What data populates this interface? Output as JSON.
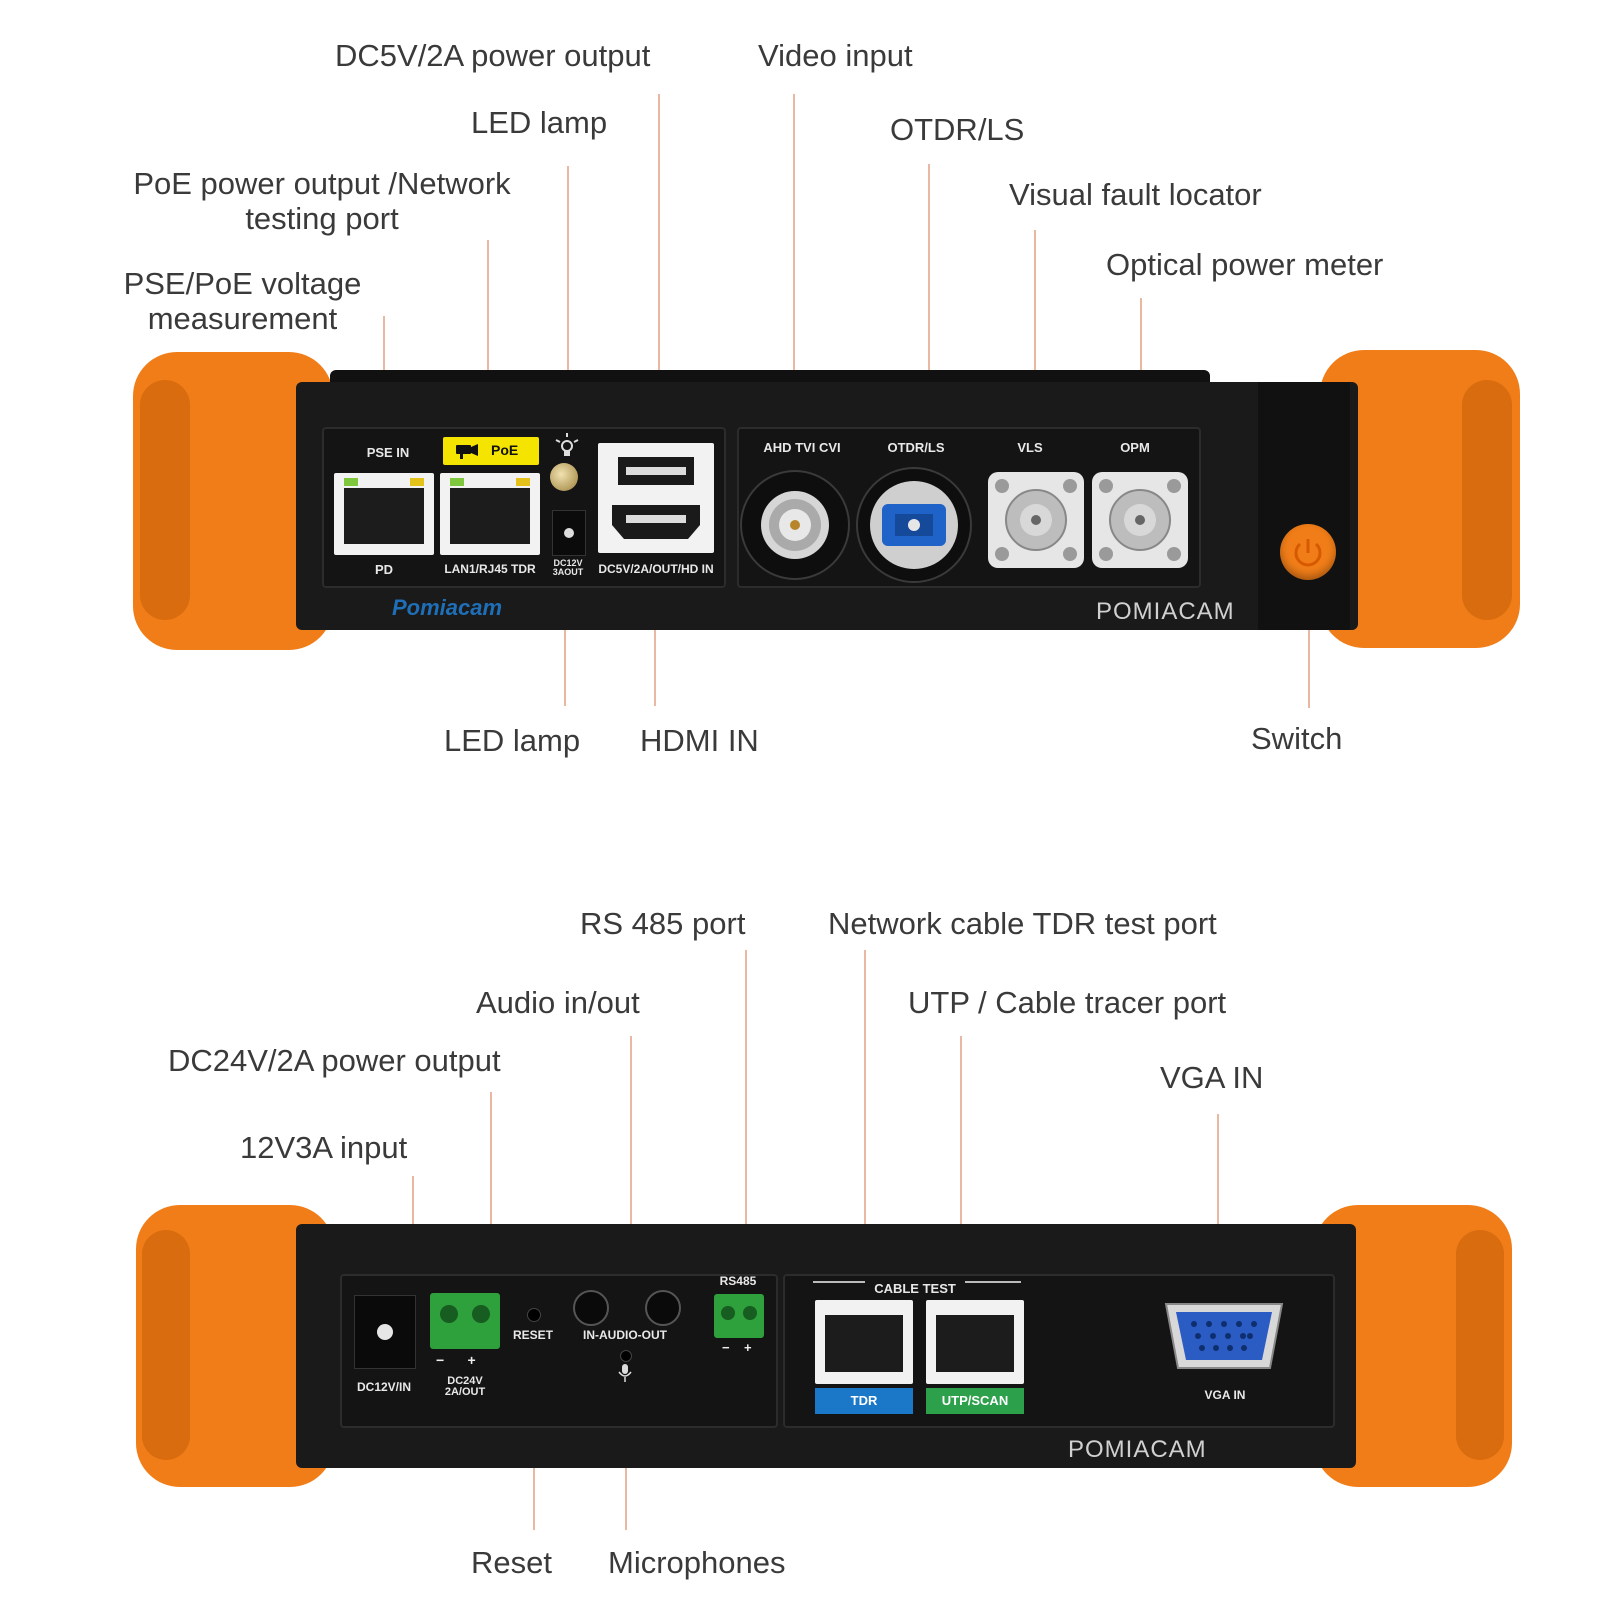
{
  "top": {
    "callouts": {
      "dc5v": "DC5V/2A power output",
      "video_input": "Video input",
      "led_lamp_top": "LED lamp",
      "otdr_ls": "OTDR/LS",
      "poe_network_line1": "PoE power output /Network",
      "poe_network_line2": "testing port",
      "visual_fault_locator": "Visual fault locator",
      "optical_power_meter": "Optical power meter",
      "pse_poe_line1": "PSE/PoE voltage",
      "pse_poe_line2": "measurement",
      "led_lamp_bottom": "LED lamp",
      "hdmi_in": "HDMI IN",
      "switch": "Switch"
    },
    "panel_labels": {
      "pse_in": "PSE IN",
      "poe_badge": "PoE",
      "pd": "PD",
      "lan1": "LAN1/RJ45 TDR",
      "dc12v": "DC12V 3AOUT",
      "dc5v_out_hd_in": "DC5V/2A/OUT/HD IN",
      "ahd": "AHD TVI CVI",
      "otdr": "OTDR/LS",
      "vls": "VLS",
      "opm": "OPM"
    },
    "brand": "Pomiacam",
    "watermark": "POMIACAM"
  },
  "bottom": {
    "callouts": {
      "rs485_port": "RS 485 port",
      "network_tdr": "Network cable TDR test port",
      "audio_in_out": "Audio in/out",
      "utp_cable_tracer": "UTP / Cable tracer port",
      "dc24v": "DC24V/2A power output",
      "vga_in": "VGA IN",
      "input_12v3a": "12V3A input",
      "reset": "Reset",
      "microphones": "Microphones"
    },
    "panel_labels": {
      "dc12v_in": "DC12V/IN",
      "dc24v_out": "DC24V 2A/OUT",
      "reset": "RESET",
      "audio": "IN-AUDIO-OUT",
      "rs485": "RS485",
      "cable_test": "CABLE TEST",
      "tdr": "TDR",
      "utp_scan": "UTP/SCAN",
      "vga_in": "VGA IN"
    },
    "watermark": "POMIACAM"
  },
  "colors": {
    "bumper": "#f07d18",
    "body": "#1a1a1a",
    "poe_badge": "#f5e400",
    "tdr_badge": "#1b77c8",
    "utp_badge": "#2ca04a",
    "power_button": "#f07d18"
  }
}
